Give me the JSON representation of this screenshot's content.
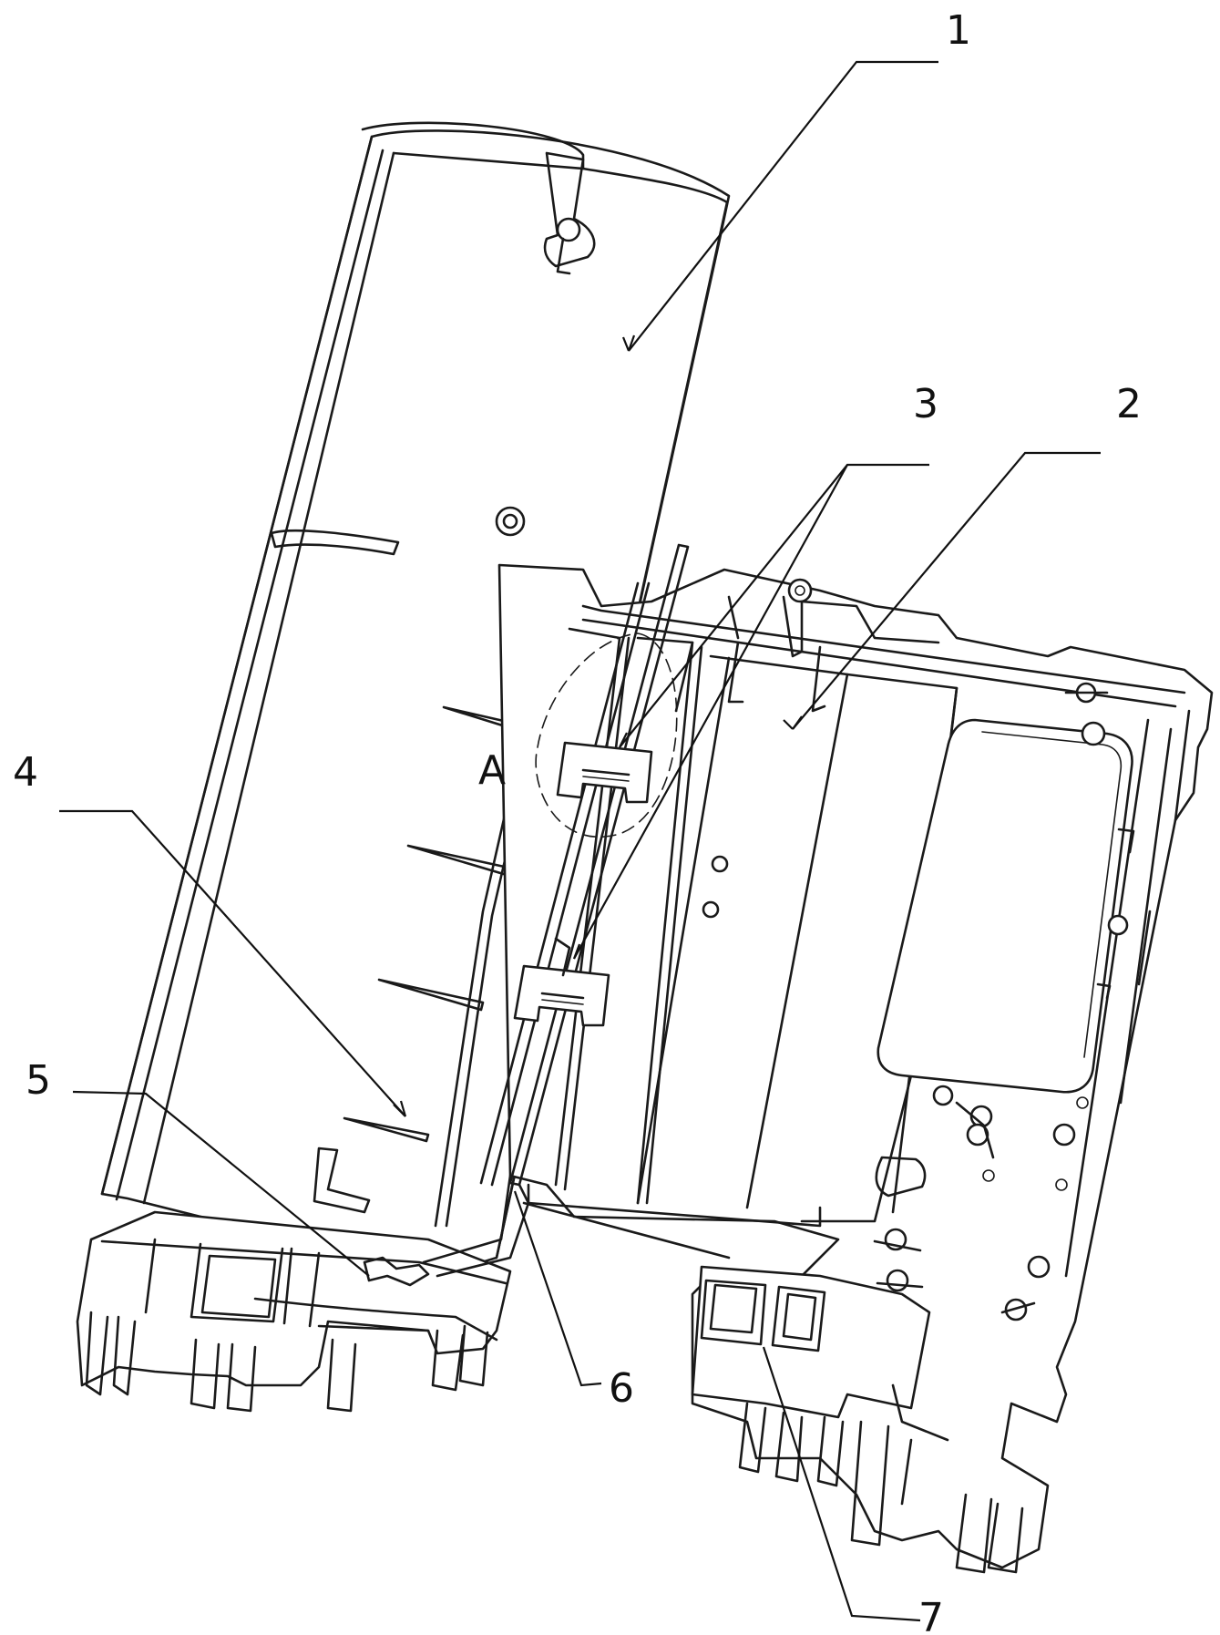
{
  "figure": {
    "callouts": [
      {
        "id": "1",
        "text": "1"
      },
      {
        "id": "2",
        "text": "2"
      },
      {
        "id": "3",
        "text": "3"
      },
      {
        "id": "4",
        "text": "4"
      },
      {
        "id": "5",
        "text": "5"
      },
      {
        "id": "6",
        "text": "6"
      },
      {
        "id": "7",
        "text": "7"
      }
    ],
    "detail_label": "A"
  }
}
